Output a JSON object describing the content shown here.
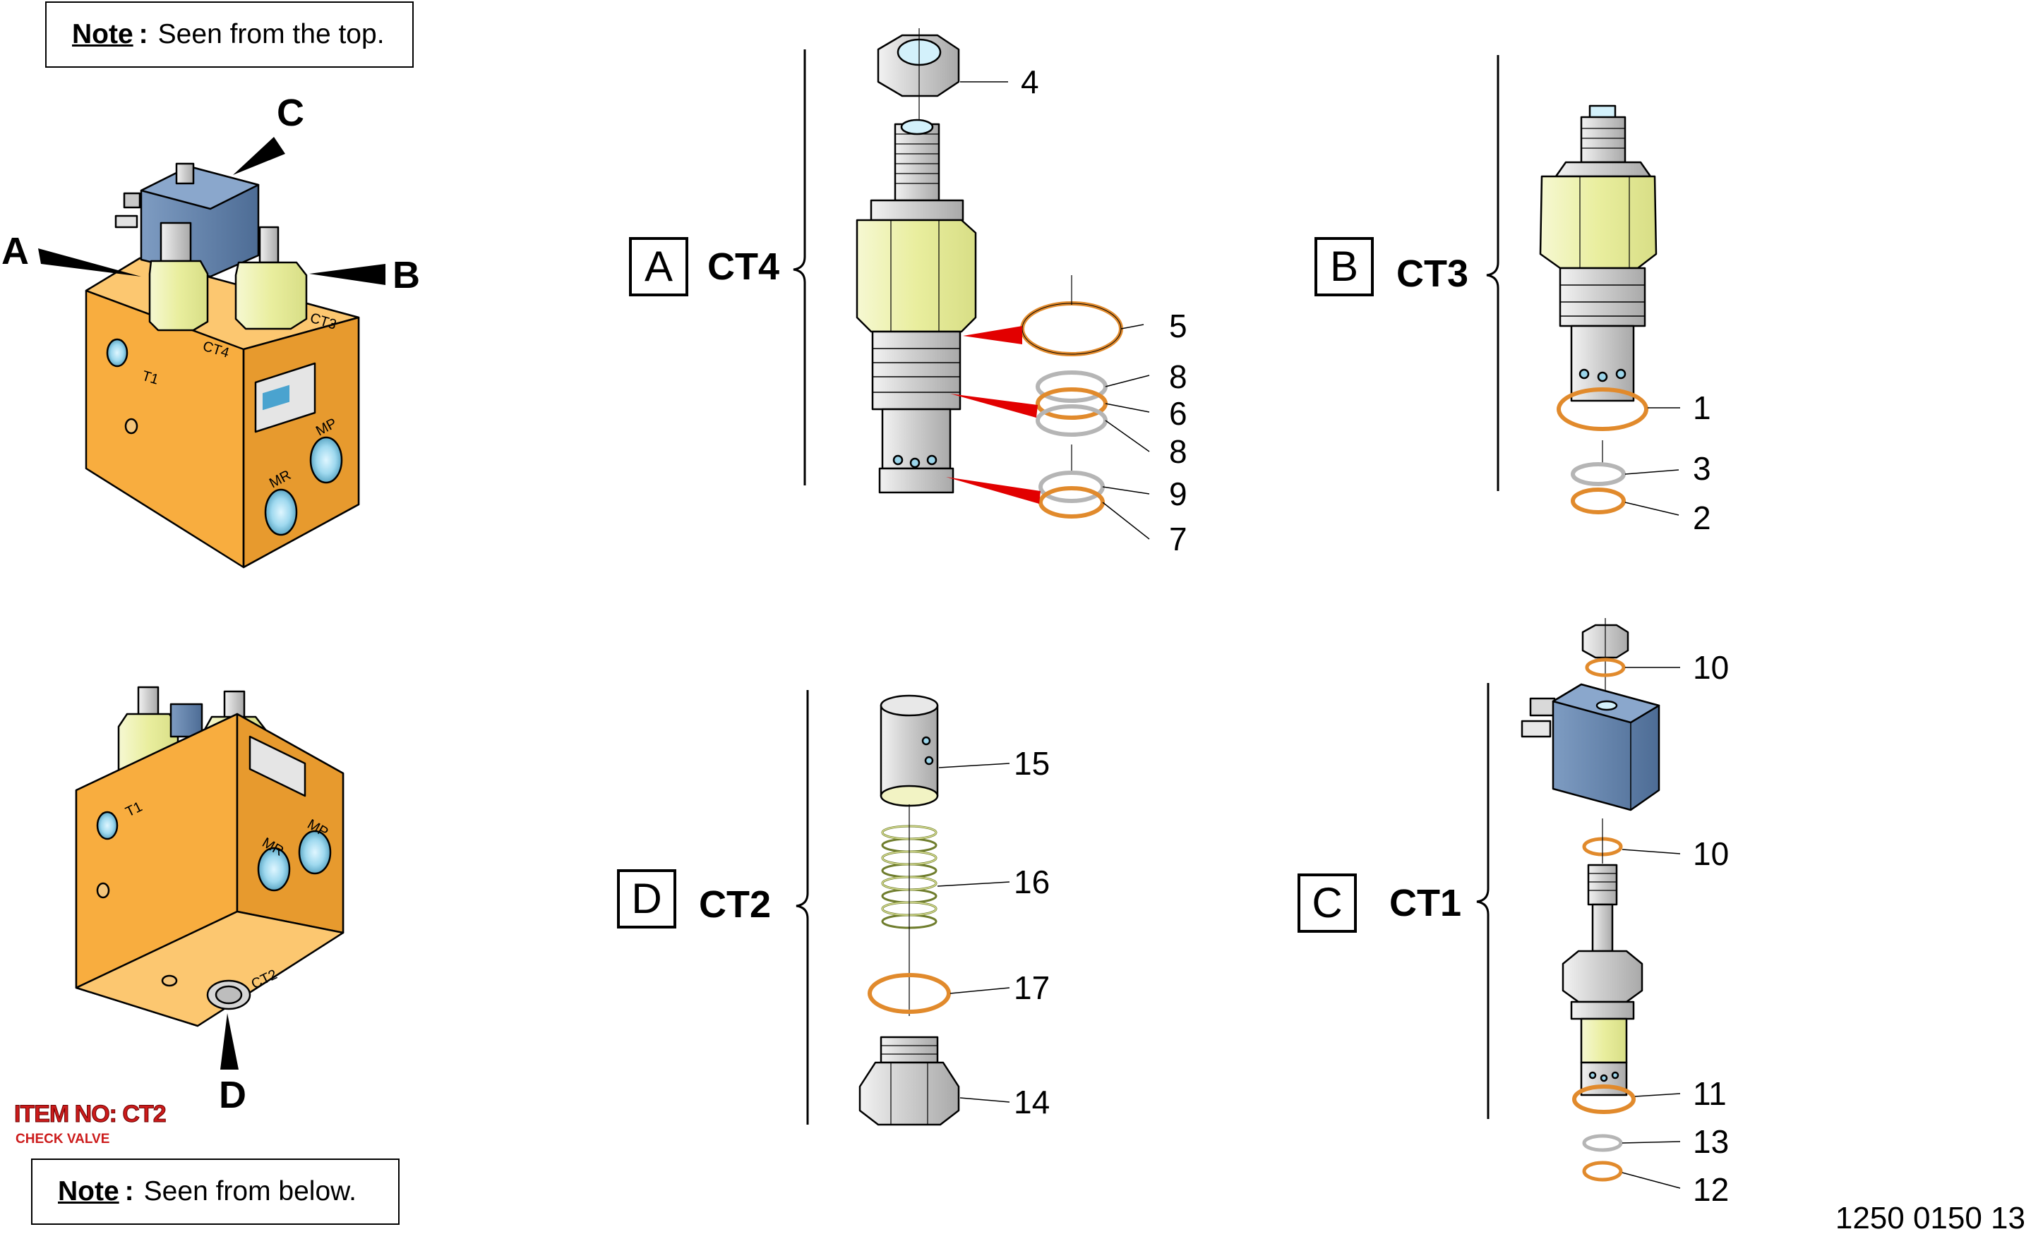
{
  "notes": {
    "top": {
      "keyword": "Note",
      "separator": ":",
      "text": "Seen from the top."
    },
    "bottom": {
      "keyword": "Note",
      "separator": ":",
      "text": "Seen from below."
    }
  },
  "block_views": {
    "top_view": {
      "callouts": [
        "A",
        "B",
        "C"
      ],
      "engravings": [
        "T1",
        "CT4",
        "CT3",
        "MR",
        "MP"
      ]
    },
    "bottom_view": {
      "callouts": [
        "D"
      ],
      "engravings": [
        "T1",
        "MR",
        "MP",
        "CT2"
      ]
    }
  },
  "item": {
    "number": "ITEM NO: CT2",
    "description": "CHECK VALVE"
  },
  "groups": [
    {
      "letter": "A",
      "name": "CT4"
    },
    {
      "letter": "B",
      "name": "CT3"
    },
    {
      "letter": "D",
      "name": "CT2"
    },
    {
      "letter": "C",
      "name": "CT1"
    }
  ],
  "parts": {
    "ct4": [
      "4",
      "5",
      "8",
      "6",
      "8",
      "9",
      "7"
    ],
    "ct3": [
      "1",
      "3",
      "2"
    ],
    "ct2": [
      "15",
      "16",
      "17",
      "14"
    ],
    "ct1": [
      "10",
      "10",
      "11",
      "13",
      "12"
    ]
  },
  "doc_number": "1250 0150 13",
  "colors": {
    "block": "#f8ad3f",
    "block_top": "#fcc770",
    "block_dark": "#d88d24",
    "cartridge": "#ecf0b4",
    "steel": "#d6d6d6",
    "coil": "#5e80a9",
    "oring": "#e18a2c",
    "leader_red": "#e20000"
  }
}
